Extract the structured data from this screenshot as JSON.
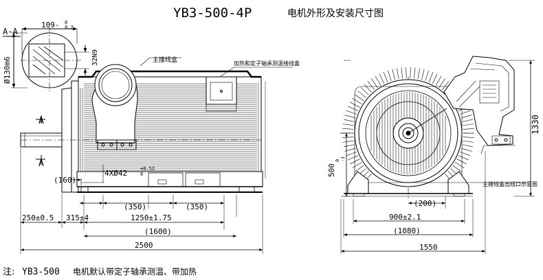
{
  "title": {
    "model": "YB3-500-4P",
    "desc": "电机外形及安装尺寸图"
  },
  "section": {
    "label": "A-A",
    "key_width": "109-",
    "key_tol": "0.2",
    "key_tol_neg": "0",
    "shaft_dia": "Ø130m6",
    "keyway": "32N9"
  },
  "side_view": {
    "main_box_label": "主接线盒",
    "aux_box_label": "加热和定子轴承测温接线盒",
    "section_marker_top": "A",
    "section_marker_bottom": "A",
    "foot_holes": "4XØ42",
    "foot_holes_tol_upper": "+0.52",
    "foot_holes_tol_lower": "0",
    "dim_160": "(160)",
    "dim_350_left": "(350)",
    "dim_350_right": "(350)",
    "dim_250": "250±0.5",
    "dim_315": "315±4",
    "dim_1250": "1250±1.75",
    "dim_1600": "(1600)",
    "dim_2500": "2500"
  },
  "end_view": {
    "dim_500": "500",
    "dim_500_tol_upper": "0",
    "dim_500_tol_lower": "-1",
    "dim_1330": "1330",
    "dim_200": "(200)",
    "dim_900": "900±2.1",
    "dim_1080": "(1080)",
    "dim_1550": "1550",
    "box_outlet_label": "主接线盒出线口示意图"
  },
  "note": {
    "prefix": "注:",
    "model": "YB3-500",
    "text": "电机默认带定子轴承测温、带加热"
  }
}
